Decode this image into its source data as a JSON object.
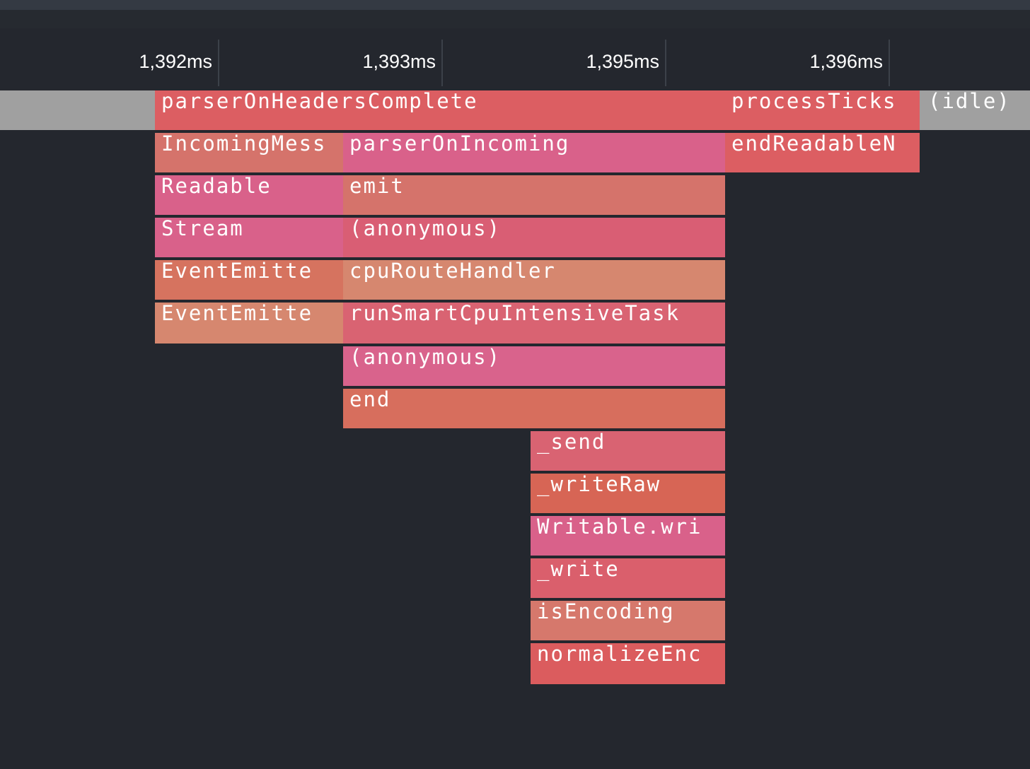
{
  "ruler": {
    "ticks": [
      "1,392ms",
      "1,393ms",
      "1,395ms",
      "1,396ms"
    ]
  },
  "colors": {
    "background": "#24272e",
    "idle": "#a0a0a0",
    "red": "#dc5e62",
    "pink": "#d9618a",
    "salmon": "#d5736b",
    "peach": "#d6876f",
    "rose": "#d96372",
    "coral": "#d76e5d"
  },
  "frames": {
    "root_idle": "",
    "parserOnHeadersComplete": "parserOnHeadersComplete",
    "processTicks": "processTicks",
    "idle": "(idle)",
    "IncomingMessage": "IncomingMess",
    "parserOnIncoming": "parserOnIncoming",
    "endReadableNT": "endReadableN",
    "Readable": "Readable",
    "emit": "emit",
    "Stream": "Stream",
    "anonymous1": "(anonymous)",
    "EventEmitter1": "EventEmitte",
    "cpuRouteHandler": "cpuRouteHandler",
    "EventEmitter2": "EventEmitte",
    "runSmartCpuIntensiveTask": "runSmartCpuIntensiveTask",
    "anonymous2": "(anonymous)",
    "end": "end",
    "send": "_send",
    "writeRaw": "_writeRaw",
    "writableWrite": "Writable.wri",
    "write": "_write",
    "isEncoding": "isEncoding",
    "normalizeEnc": "normalizeEnc"
  }
}
